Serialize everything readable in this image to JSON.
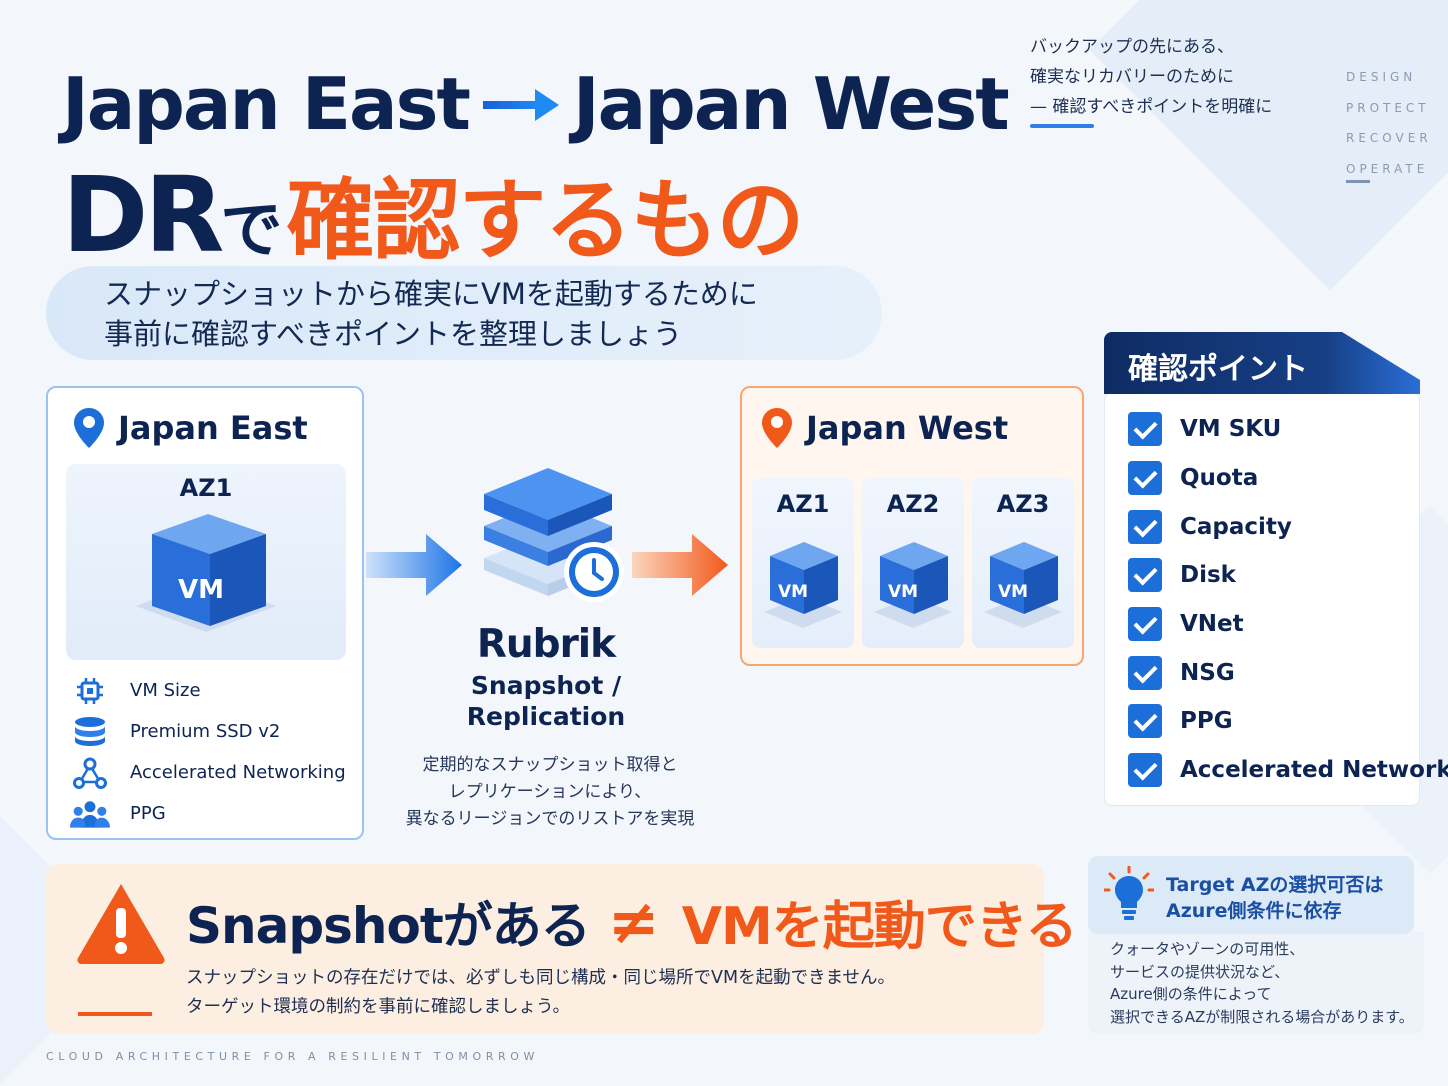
{
  "title": {
    "from": "Japan East",
    "to": "Japan West",
    "line2_dr": "DR",
    "line2_de": "で",
    "line2_accent": "確認するもの"
  },
  "tagline": {
    "lines": [
      "バックアップの先にある、",
      "確実なリカバリーのために",
      "— 確認すべきポイントを明確に"
    ]
  },
  "side_words": [
    "DESIGN",
    "PROTECT",
    "RECOVER",
    "OPERATE"
  ],
  "subtitle": {
    "line1": "スナップショットから確実にVMを起動するために",
    "line2": "事前に確認すべきポイントを整理しましょう"
  },
  "east": {
    "region": "Japan East",
    "az": "AZ1",
    "vm": "VM",
    "features": [
      "VM Size",
      "Premium SSD v2",
      "Accelerated Networking",
      "PPG"
    ]
  },
  "rubrik": {
    "name": "Rubrik",
    "sub1": "Snapshot /",
    "sub2": "Replication",
    "desc": [
      "定期的なスナップショット取得と",
      "レプリケーションにより、",
      "異なるリージョンでのリストアを実現"
    ]
  },
  "west": {
    "region": "Japan West",
    "azs": [
      "AZ1",
      "AZ2",
      "AZ3"
    ],
    "vm": "VM"
  },
  "checklist": {
    "title": "確認ポイント",
    "items": [
      "VM SKU",
      "Quota",
      "Capacity",
      "Disk",
      "VNet",
      "NSG",
      "PPG",
      "Accelerated Networking"
    ]
  },
  "warning": {
    "part_a": "Snapshotがある",
    "neq": "≠",
    "part_b": "VMを起動できる",
    "lines": [
      "スナップショットの存在だけでは、必ずしも同じ構成・同じ場所でVMを起動できません。",
      "ターゲット環境の制約を事前に確認しましょう。"
    ]
  },
  "tip": {
    "title_lines": [
      "Target AZの選択可否は",
      "Azure側条件に依存"
    ],
    "lines": [
      "クォータやゾーンの可用性、",
      "サービスの提供状況など、",
      "Azure側の条件によって",
      "選択できるAZが制限される場合があります。"
    ]
  },
  "footer": "CLOUD ARCHITECTURE FOR A RESILIENT TOMORROW",
  "colors": {
    "navy": "#0d2452",
    "orange": "#f1591b",
    "blue": "#1c6fd8"
  }
}
